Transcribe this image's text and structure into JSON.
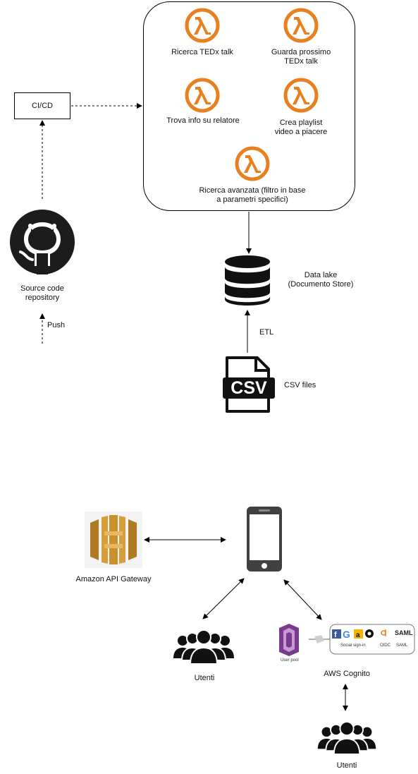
{
  "lambdas": {
    "fn1": "Ricerca TEDx talk",
    "fn2_line1": "Guarda prossimo",
    "fn2_line2": "TEDx talk",
    "fn3": "Trova info su relatore",
    "fn4_line1": "Crea playlist",
    "fn4_line2": "video a piacere",
    "fn5_line1": "Ricerca avanzata (filtro in base",
    "fn5_line2": "a parametri specifici)"
  },
  "pipeline": {
    "cicd": "CI/CD",
    "repo_line1": "Source code",
    "repo_line2": "repository",
    "push": "Push"
  },
  "storage": {
    "datalake_line1": "Data lake",
    "datalake_line2": "(Documento Store)",
    "etl": "ETL",
    "csv_icon_text": "CSV",
    "csv_label": "CSV files"
  },
  "frontend": {
    "api_gateway": "Amazon API Gateway",
    "users_left": "Utenti",
    "cognito": "AWS Cognito",
    "users_bottom": "Utenti",
    "user_pool": "User pool",
    "social_signin": "Social sign-in",
    "oidc": "OIDC",
    "saml_badge": "SAML",
    "saml": "SAML"
  },
  "colors": {
    "lambda_orange": "#e8801f",
    "gateway_gold": "#c8912d",
    "cognito_purple": "#7a3b8f",
    "dark": "#1c1c1c",
    "phone": "#404040"
  },
  "icons": [
    "lambda-icon",
    "database-icon",
    "csv-file-icon",
    "github-icon",
    "api-gateway-icon",
    "smartphone-icon",
    "users-icon",
    "user-pool-icon"
  ]
}
